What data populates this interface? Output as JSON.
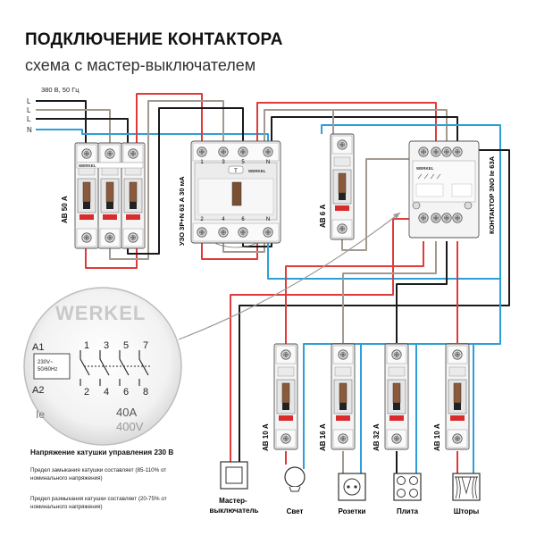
{
  "header": {
    "title": "ПОДКЛЮЧЕНИЕ КОНТАКТОРА",
    "subtitle": "схема с мастер-выключателем"
  },
  "supply": {
    "label": "380 В, 50 Гц",
    "lines": [
      "L",
      "L",
      "L",
      "N"
    ]
  },
  "colors": {
    "red": "#e03b3b",
    "gray": "#a39a8f",
    "black": "#1a1a1a",
    "blue": "#2d9fd8"
  },
  "devices": {
    "av50": "АВ 50 А",
    "uzo": "УЗО 3Р+N 63 А 30 мА",
    "av6": "АВ 6 А",
    "contactor": "КОНТАКТОР 3NO Ie 63А",
    "av10a": "АВ 10 А",
    "av16": "АВ 16 А",
    "av32": "АВ 32 А",
    "av10b": "АВ 10 А"
  },
  "terminals": {
    "uzo_top": [
      "1",
      "3",
      "5",
      "N"
    ],
    "uzo_bottom": [
      "2",
      "4",
      "6",
      "N"
    ],
    "uzo_test": "T"
  },
  "brand": "WERKEL",
  "zoom": {
    "brand": "WERKEL",
    "voltage": "230V~ 50/60Hz",
    "coil_top": "A1",
    "coil_bottom": "A2",
    "contacts_top": [
      "1",
      "3",
      "5",
      "7"
    ],
    "contacts_bottom": [
      "2",
      "4",
      "6",
      "8"
    ],
    "rating": "40A",
    "rating2": "400V",
    "ie": "Ie"
  },
  "loads": {
    "master": "Мастер-\nвыключатель",
    "light": "Свет",
    "sockets": "Розетки",
    "stove": "Плита",
    "curtains": "Шторы"
  },
  "notes": {
    "coil_title": "Напряжение катушки управления 230 В",
    "coil_close": "Предел замыкания катушки составляет (85-110% от номинального напряжения)",
    "coil_open": "Предел размыкания катушки составляет (20-75% от номинального напряжения)"
  }
}
